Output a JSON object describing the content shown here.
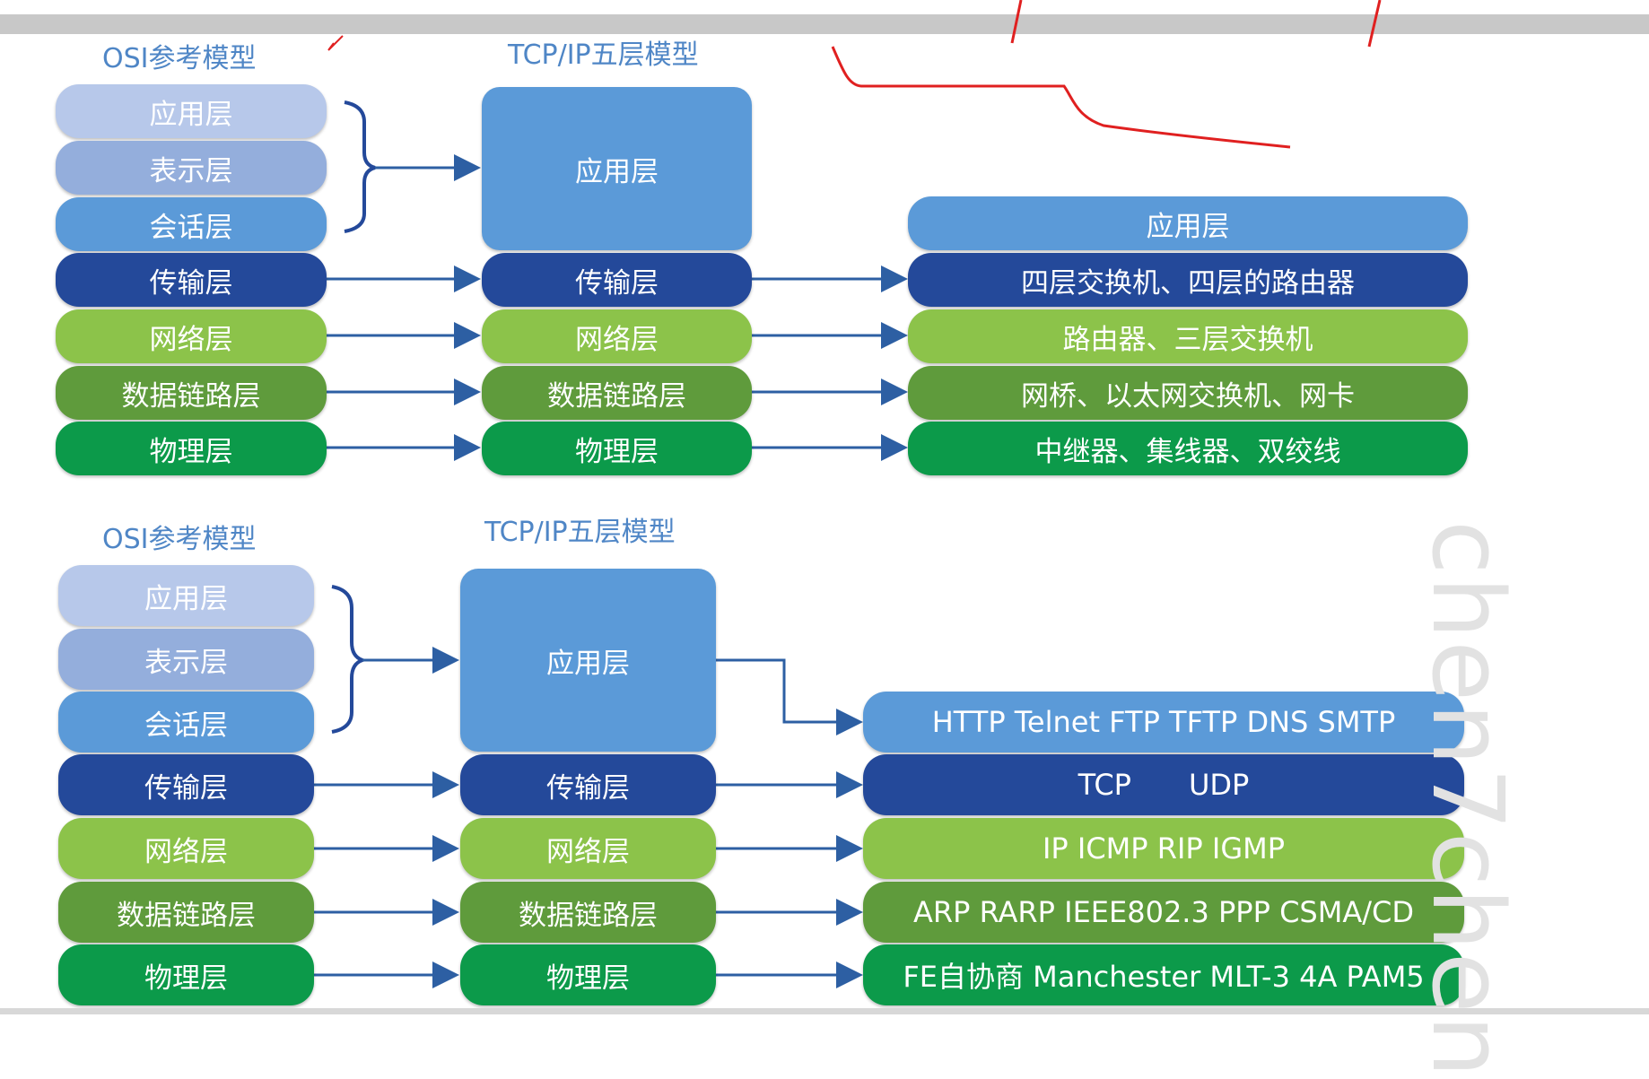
{
  "top": {
    "osi_title": "OSI参考模型",
    "tcpip_title": "TCP/IP五层模型",
    "osi_layers": [
      "应用层",
      "表示层",
      "会话层",
      "传输层",
      "网络层",
      "数据链路层",
      "物理层"
    ],
    "tcpip_layers": [
      "应用层",
      "传输层",
      "网络层",
      "数据链路层",
      "物理层"
    ],
    "devices": [
      "应用层",
      "四层交换机、四层的路由器",
      "路由器、三层交换机",
      "网桥、以太网交换机、网卡",
      "中继器、集线器、双绞线"
    ]
  },
  "bottom": {
    "osi_title": "OSI参考模型",
    "tcpip_title": "TCP/IP五层模型",
    "osi_layers": [
      "应用层",
      "表示层",
      "会话层",
      "传输层",
      "网络层",
      "数据链路层",
      "物理层"
    ],
    "tcpip_layers": [
      "应用层",
      "传输层",
      "网络层",
      "数据链路层",
      "物理层"
    ],
    "protocols": {
      "app": "HTTP Telnet FTP TFTP DNS SMTP",
      "transport_tcp": "TCP",
      "transport_udp": "UDP",
      "network": "IP ICMP RIP IGMP",
      "link": "ARP RARP IEEE802.3 PPP CSMA/CD",
      "physical": "FE自协商 Manchester MLT-3 4A PAM5"
    }
  },
  "watermark": "chen7chen",
  "colors": {
    "title": "#4f86c6",
    "app_light": "#b7c8ea",
    "app_mid": "#94aedc",
    "app": "#5b9ad8",
    "transport": "#24499a",
    "network": "#8cc34a",
    "datalink": "#5f9b3c",
    "physical": "#0c9a4a",
    "arrow": "#2d5fa3",
    "annotation": "#e02020"
  }
}
